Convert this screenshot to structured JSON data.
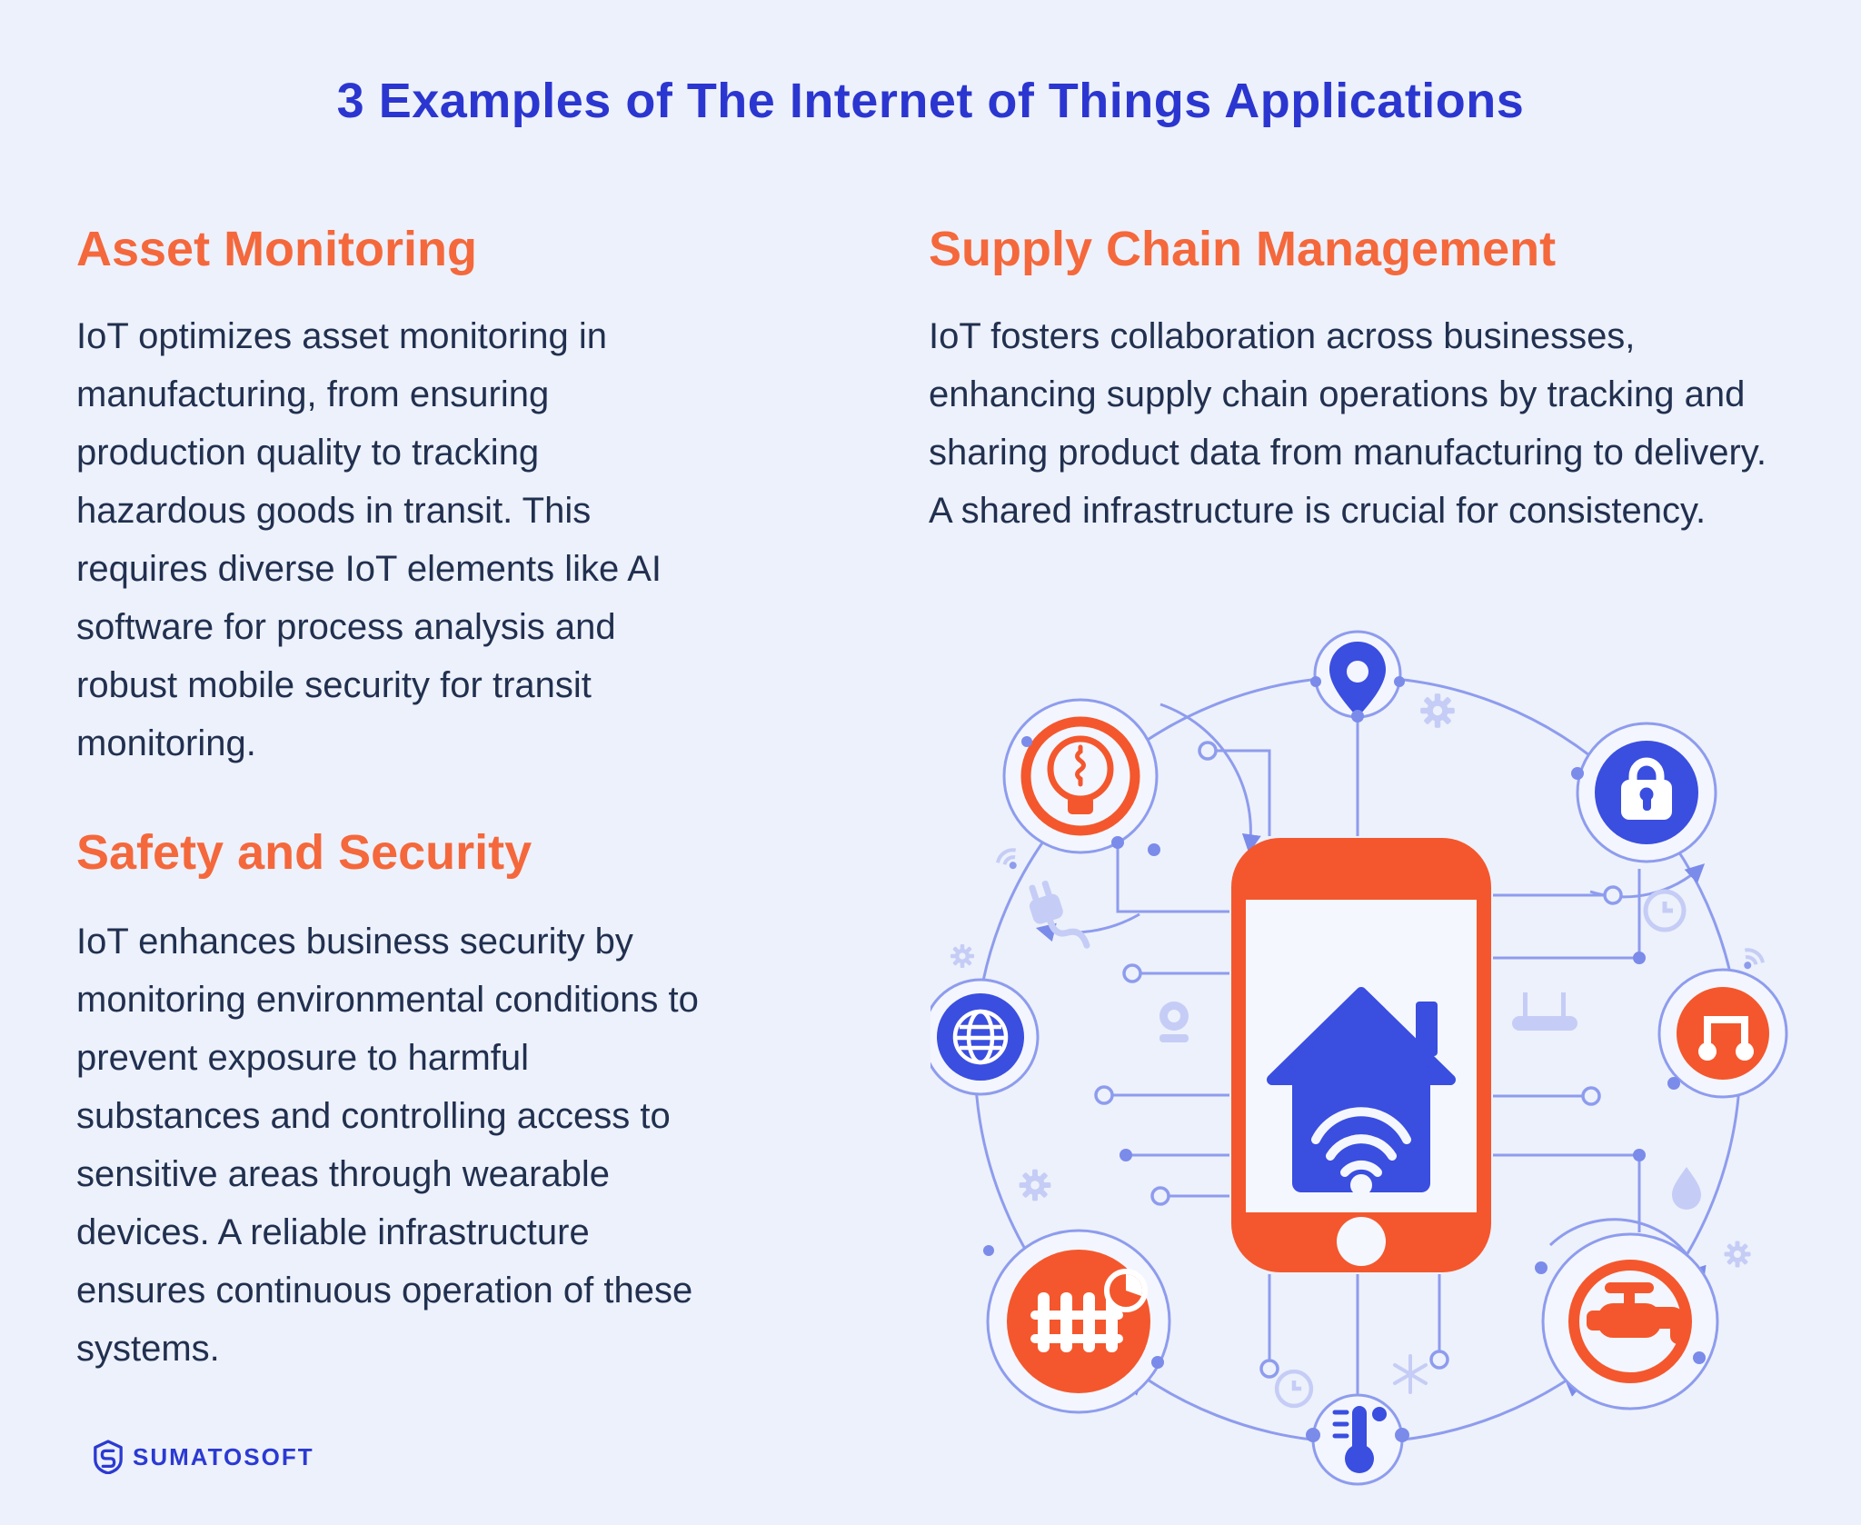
{
  "title": "3 Examples of The Internet of Things Applications",
  "sections": {
    "asset": {
      "heading": "Asset Monitoring",
      "body": "IoT optimizes asset monitoring in manufacturing, from ensuring production quality to tracking hazardous goods in transit. This requires diverse IoT elements like AI software for process analysis and robust mobile security for transit monitoring."
    },
    "supply": {
      "heading": "Supply Chain Management",
      "body": "IoT fosters collaboration across businesses, enhancing supply chain operations by tracking and sharing product data from manufacturing to delivery. A shared infrastructure is crucial for consistency."
    },
    "safety": {
      "heading": "Safety and Security",
      "body": "IoT enhances business security by monitoring environmental conditions to prevent exposure to harmful substances and controlling access to sensitive areas through wearable devices. A reliable infrastructure ensures continuous operation of these systems."
    }
  },
  "logo": {
    "text": "SUMATOSOFT",
    "icon": "sumatosoft-shield-s-icon"
  },
  "colors": {
    "background": "#edf1fb",
    "title_blue": "#2b36d0",
    "heading_orange": "#f4683c",
    "body_navy": "#21304f",
    "accent_orange": "#f4572d",
    "accent_blue": "#3a4ee0",
    "line_periwinkle": "#8e9cee",
    "light_periwinkle": "#c5cdf6",
    "logo_blue": "#2b3ad2"
  },
  "illustration": {
    "description": "smartphone-controlled smart home IoT network",
    "center_icon": "smart-home-wifi-house-phone",
    "node_icons": [
      "location-pin",
      "lightbulb",
      "padlock",
      "globe",
      "music-note",
      "fence-with-clock",
      "faucet",
      "thermometer"
    ],
    "decor_icons": [
      "gear",
      "plug",
      "webcam",
      "router",
      "clock",
      "wifi-signal",
      "droplet",
      "snowflake"
    ]
  }
}
